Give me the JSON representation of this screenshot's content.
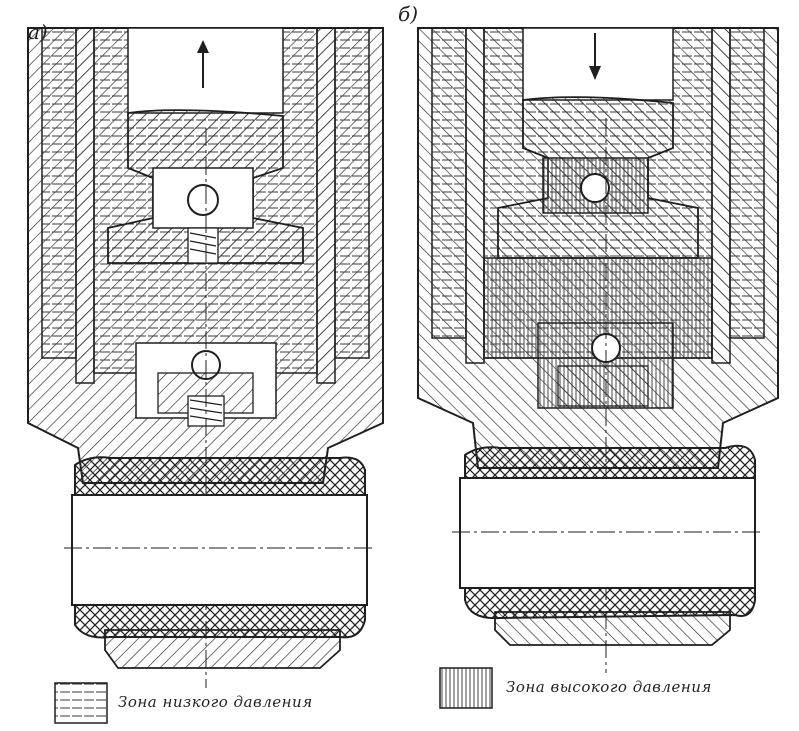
{
  "panels": [
    {
      "label": "а)"
    },
    {
      "label": "б)"
    }
  ],
  "legend": [
    {
      "text": "Зона низкого давления",
      "pattern": "horizontal-lines"
    },
    {
      "text": "Зона высокого давления",
      "pattern": "vertical-lines"
    }
  ],
  "colors": {
    "ink": "#1f1f1f",
    "paper": "#ffffff"
  }
}
